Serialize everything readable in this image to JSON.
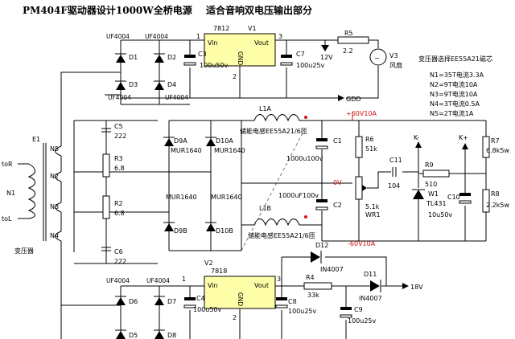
{
  "title_left": "PM404F驱动器设计1000W全桥电源",
  "title_right": "适合音响双电压输出部分",
  "regulator_top": {
    "name": "7812",
    "ref": "V1",
    "vin": "Vin",
    "vout": "Vout",
    "gnd": "GND",
    "pin1": "1",
    "pin2": "2",
    "pin3": "3"
  },
  "regulator_bottom": {
    "name": "7818",
    "ref": "V2",
    "vin": "Vin",
    "vout": "Vout",
    "gnd": "GND",
    "pin1": "1",
    "pin2": "2",
    "pin3": "3"
  },
  "diodes_top": {
    "type": "UF4004",
    "labels": [
      "D1",
      "D2",
      "D3",
      "D4"
    ]
  },
  "diodes_bottom": {
    "type": "UF4004",
    "labels": [
      "D6",
      "D7",
      "D5",
      "D8"
    ]
  },
  "diodes_main": {
    "d9a": "D9A",
    "d10a": "D10A",
    "d9b": "D9B",
    "d10b": "D10B",
    "mur": "MUR1640"
  },
  "caps": {
    "c3": "C3",
    "c3v": "100u50v",
    "c7": "C7",
    "c7v": "100u25v",
    "c5": "C5",
    "c5v": "222",
    "c6": "C6",
    "c6v": "222",
    "c1": "C1",
    "c1v": "1000u100v",
    "c2": "C2",
    "c2v": "1000uF100v",
    "c11": "C11",
    "c11v": "104",
    "c10": "C10",
    "c10v": "10u50v",
    "c4": "C4",
    "c4v": "100u50v",
    "c8": "C8",
    "c8v": "100u25v",
    "c9": "C9",
    "c9v": "100u25v"
  },
  "resistors": {
    "r5": "R5",
    "r5v": "2.2",
    "r3": "R3",
    "r3v": "6.8",
    "r2": "R2",
    "r2v": "6.8",
    "r6": "R6",
    "r6v": "51k",
    "r9": "R9",
    "r9v": "510",
    "r7": "R7",
    "r7v": "6.8k5w",
    "r8": "R8",
    "r8v": "2.2k5w",
    "r4": "R4",
    "r4v": "33k",
    "wr1": "WR1",
    "wr1v": "5.1k"
  },
  "misc": {
    "v12": "12V",
    "gdd": "GDD",
    "fan_ref": "V3",
    "fan_name": "风扇",
    "l1a": "L1A",
    "l1b": "L1B",
    "inductor_note_a": "储能电感EE55A21/6匝",
    "inductor_note_b": "储能电感EE55A21/6匝",
    "v_pos": "+60V10A",
    "v_zero": "0V",
    "v_neg": "-60V10A",
    "w1": "W1",
    "tl431": "TL431",
    "k_minus": "K-",
    "k_plus": "K+",
    "d12": "D12",
    "d11": "D11",
    "in4007": "IN4007",
    "v18": "18V",
    "e1": "E1",
    "tor": "toR",
    "tol": "toL",
    "n1": "N1",
    "xfmr": "变压器",
    "n1pin": "N1",
    "n2pin": "N2",
    "n3pin": "N3",
    "n4pin": "N4",
    "n5pin": "N5"
  },
  "transformer_notes": {
    "heading": "变压器选择EE55A21磁芯",
    "lines": [
      "N1=35T电流3.3A",
      "N2=9T电流10A",
      "N3=9T电流10A",
      "N4=3T电流0.5A",
      "N5=2T电流1A"
    ]
  }
}
